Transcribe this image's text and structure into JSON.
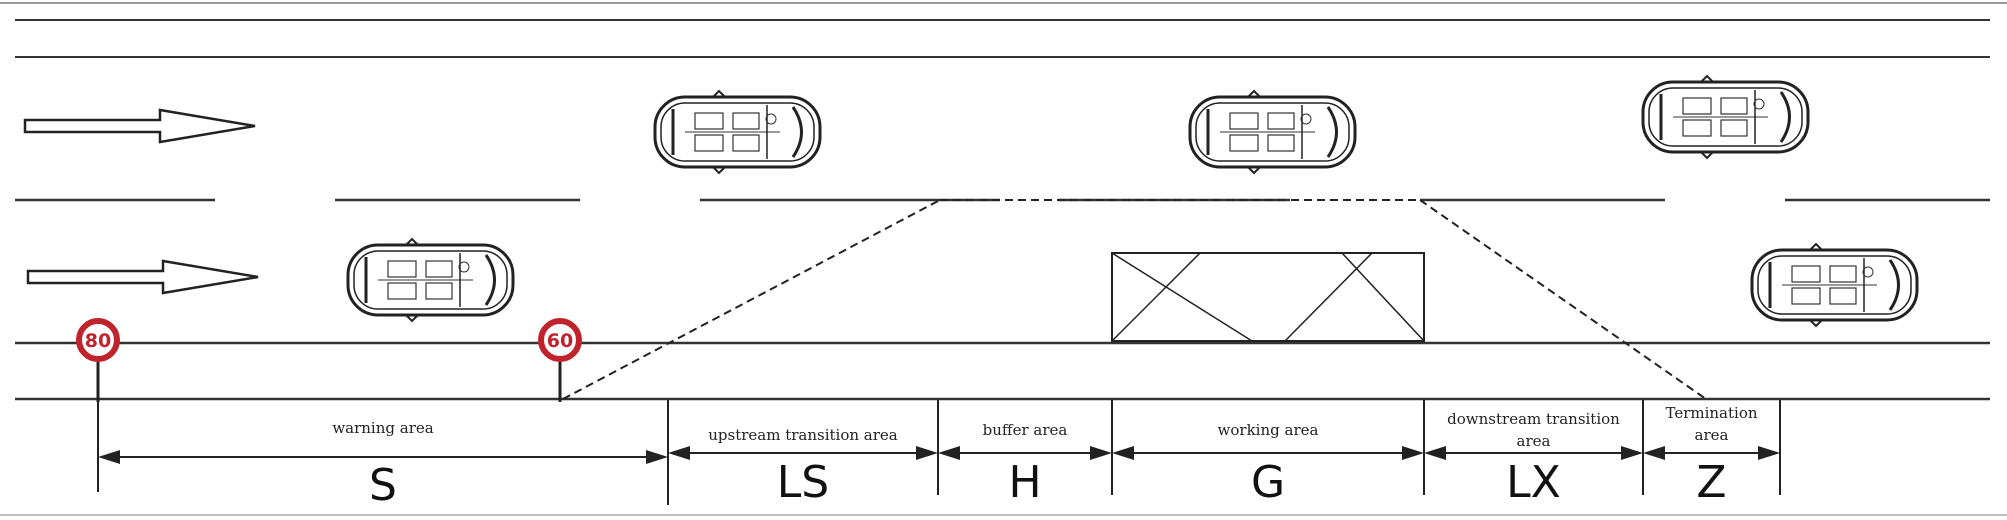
{
  "speed_signs": [
    {
      "label": "80"
    },
    {
      "label": "60"
    }
  ],
  "zones": [
    {
      "id": "warning",
      "label": [
        "warning area"
      ],
      "symbol": "S"
    },
    {
      "id": "upstream",
      "label": [
        "upstream transition area"
      ],
      "symbol": "LS"
    },
    {
      "id": "buffer",
      "label": [
        "buffer area"
      ],
      "symbol": "H"
    },
    {
      "id": "working",
      "label": [
        "working area"
      ],
      "symbol": "G"
    },
    {
      "id": "downstream",
      "label": [
        "downstream transition",
        "area"
      ],
      "symbol": "LX"
    },
    {
      "id": "termination",
      "label": [
        "Termination",
        "area"
      ],
      "symbol": "Z"
    }
  ],
  "colors": {
    "line": "#2a2a2a",
    "sign": "#c0232c"
  }
}
